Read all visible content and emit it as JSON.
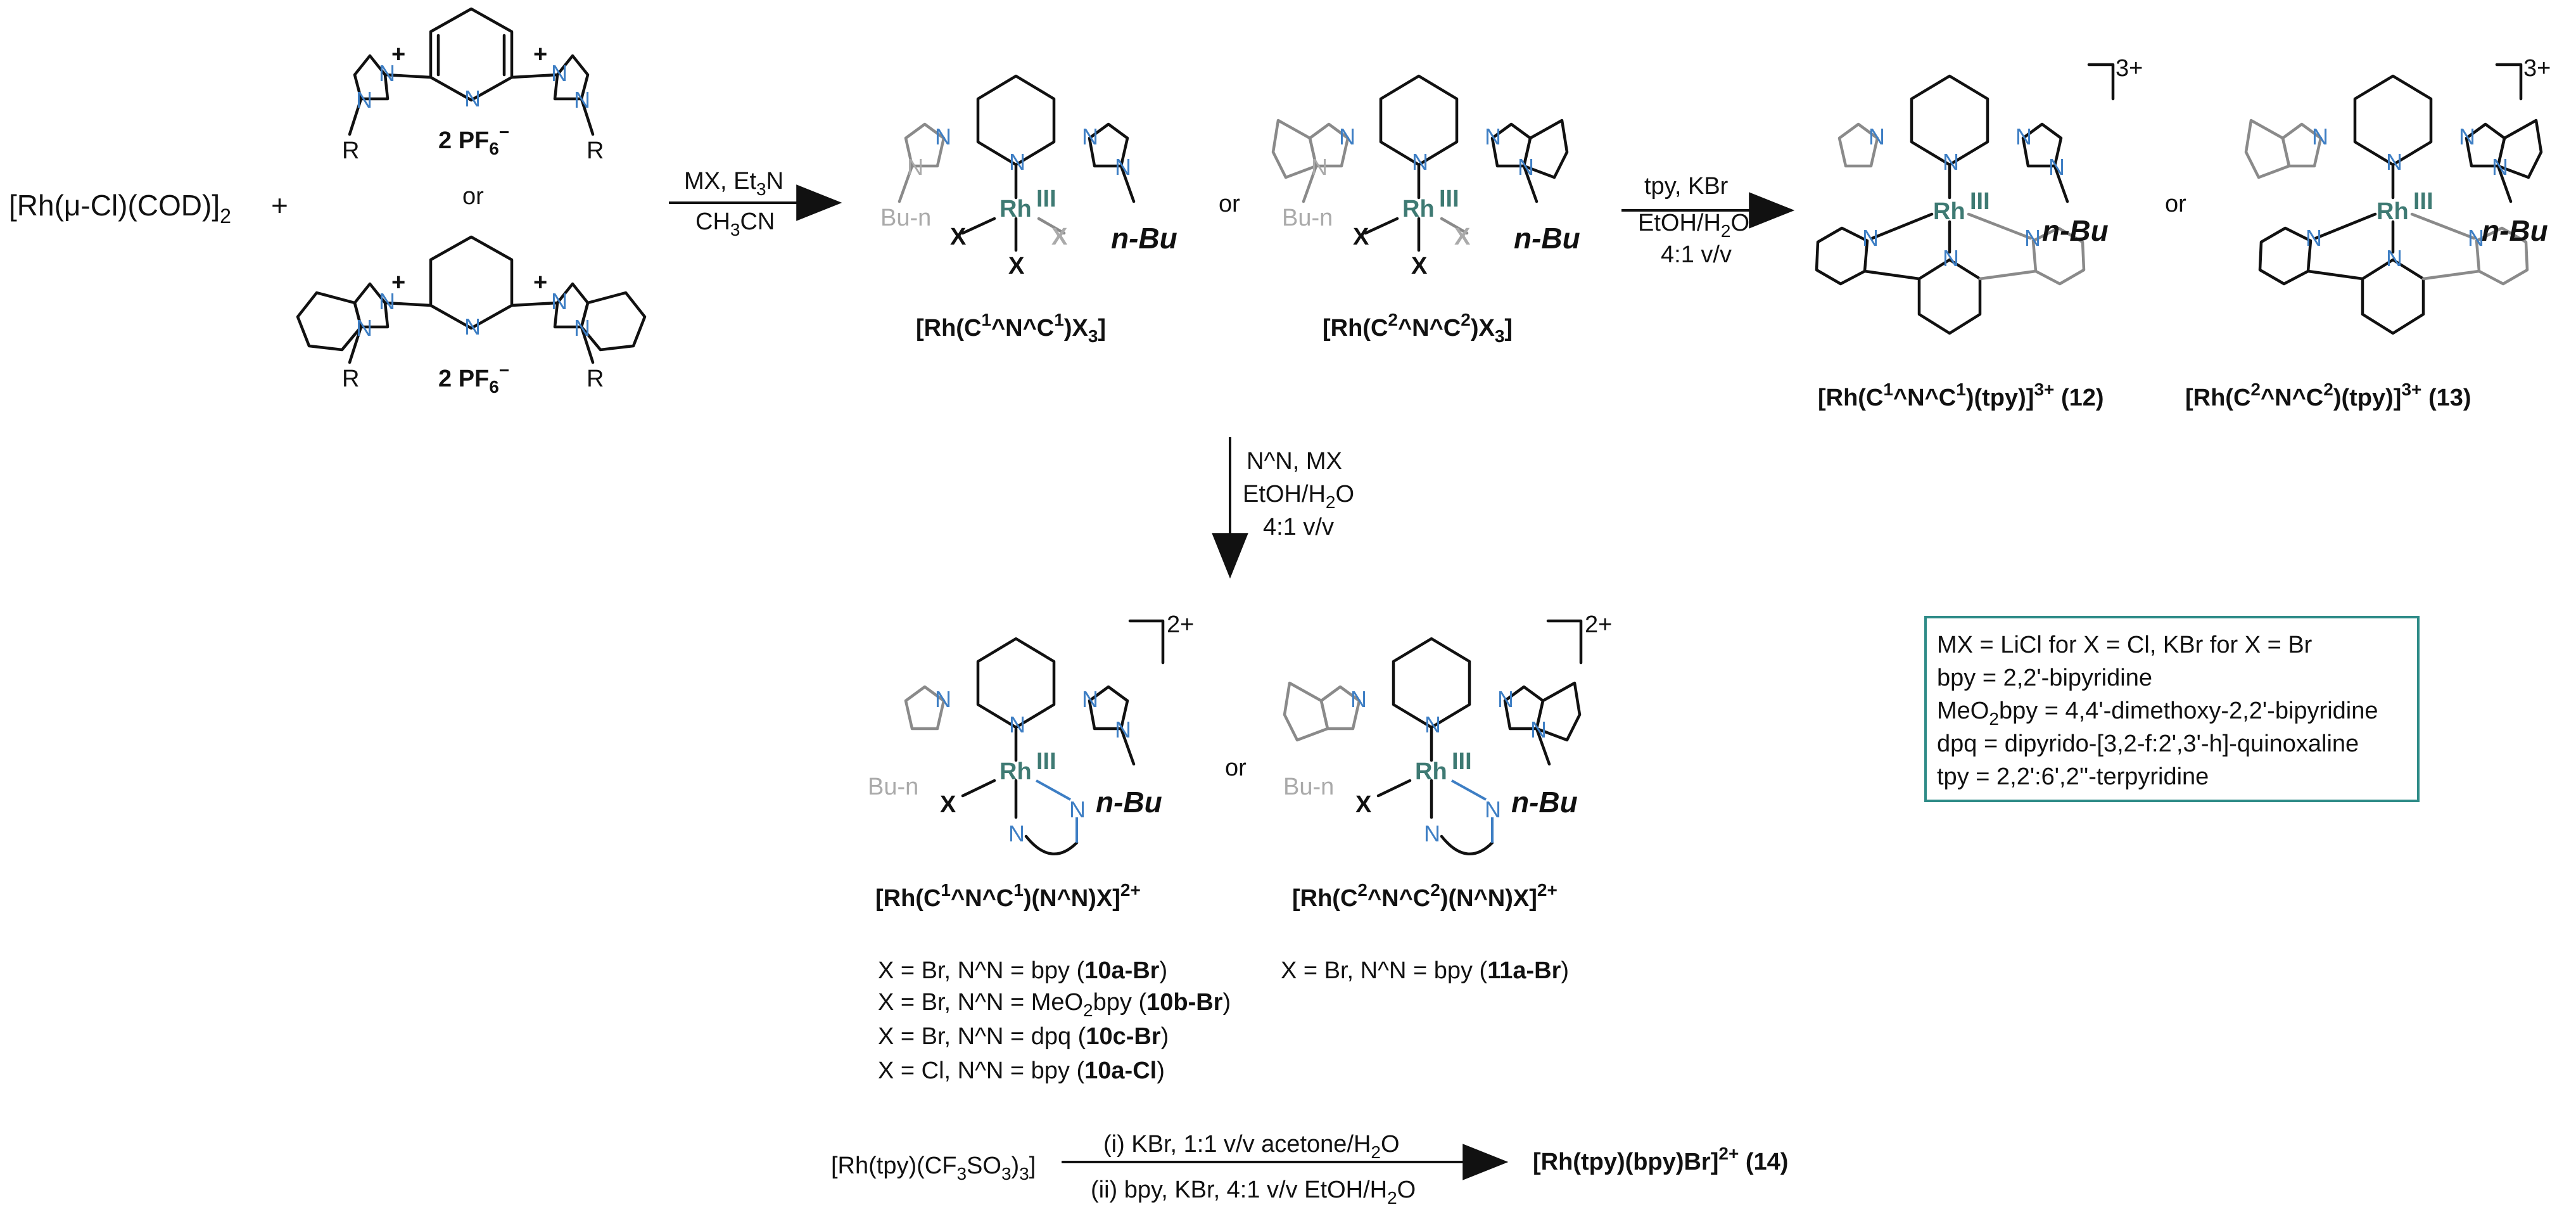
{
  "reactants": {
    "rh_precursor": "[Rh(μ-Cl)(COD)]",
    "rh_precursor_sub": "2",
    "plus": "+",
    "or": "or",
    "counterion": "2 PF",
    "counterion_sub": "6",
    "counterion_sup": "−",
    "r_label": "R",
    "charge": "+"
  },
  "step1": {
    "line1": "MX, Et",
    "line1_sub": "3",
    "line1_tail": "N",
    "line2": "CH",
    "line2_sub": "3",
    "line2_tail": "CN"
  },
  "step2": {
    "line1": "tpy, KBr",
    "line2": "EtOH/H",
    "line2_sub": "2",
    "line2_tail": "O",
    "line3": "4:1 v/v"
  },
  "step3": {
    "line1": "N^N, MX",
    "line2": "EtOH/H",
    "line2_sub": "2",
    "line2_tail": "O",
    "line3": "4:1 v/v"
  },
  "atoms": {
    "N": "N",
    "Rh": "Rh",
    "ox": "III",
    "X": "X",
    "nBu": "n-Bu",
    "Bun": "Bu-n"
  },
  "compounds": {
    "c1": {
      "pre": "[Rh(C",
      "s1": "1",
      "mid": "^N^C",
      "s2": "1",
      "post": ")X",
      "sub": "3",
      "end": "]"
    },
    "c2": {
      "pre": "[Rh(C",
      "s1": "2",
      "mid": "^N^C",
      "s2": "2",
      "post": ")X",
      "sub": "3",
      "end": "]"
    },
    "c12": {
      "pre": "[Rh(C",
      "s1": "1",
      "mid": "^N^C",
      "s2": "1",
      "post": ")(tpy)]",
      "sup": "3+",
      "num": " (12)"
    },
    "c13": {
      "pre": "[Rh(C",
      "s1": "2",
      "mid": "^N^C",
      "s2": "2",
      "post": ")(tpy)]",
      "sup": "3+",
      "num": " (13)"
    },
    "c10": {
      "pre": "[Rh(C",
      "s1": "1",
      "mid": "^N^C",
      "s2": "1",
      "post": ")(N^N)X]",
      "sup": "2+"
    },
    "c11": {
      "pre": "[Rh(C",
      "s1": "2",
      "mid": "^N^C",
      "s2": "2",
      "post": ")(N^N)X]",
      "sup": "2+"
    },
    "charge3": "3+",
    "charge2": "2+"
  },
  "series10": [
    {
      "pre": "X = Br, N^N = bpy (",
      "id": "10a-Br",
      "post": ")"
    },
    {
      "pre": "X = Br, N^N = MeO",
      "sub": "2",
      "pre2": "bpy (",
      "id": "10b-Br",
      "post": ")"
    },
    {
      "pre": "X = Br, N^N = dpq (",
      "id": "10c-Br",
      "post": ")"
    },
    {
      "pre": "X = Cl, N^N = bpy (",
      "id": "10a-Cl",
      "post": ")"
    }
  ],
  "series11": {
    "pre": "X = Br, N^N = bpy (",
    "id": "11a-Br",
    "post": ")"
  },
  "legend": [
    {
      "text": "MX = LiCl for X = Cl, KBr for X = Br"
    },
    {
      "text": "bpy = 2,2'-bipyridine"
    },
    {
      "pre": "MeO",
      "sub": "2",
      "post": "bpy = 4,4'-dimethoxy-2,2'-bipyridine"
    },
    {
      "text": "dpq = dipyrido-[3,2-f:2',3'-h]-quinoxaline"
    },
    {
      "text": "tpy = 2,2':6',2''-terpyridine"
    }
  ],
  "bottom": {
    "reagent_pre": "[Rh(tpy)(CF",
    "reagent_s1": "3",
    "reagent_mid": "SO",
    "reagent_s2": "3",
    "reagent_post": ")",
    "reagent_s3": "3",
    "reagent_end": "]",
    "cond1_pre": "(i) KBr, 1:1 v/v acetone/H",
    "cond1_sub": "2",
    "cond1_post": "O",
    "cond2": "(ii) bpy, KBr, 4:1 v/v EtOH/H",
    "cond2_sub": "2",
    "cond2_post": "O",
    "product": "[Rh(tpy)(bpy)Br]",
    "product_sup": "2+",
    "product_num": " (14)"
  },
  "colors": {
    "nitrogen": "#3d7ec4",
    "rhodium": "#3e7a73",
    "legend_border": "#2e8b87",
    "faded": "#aaaaaa"
  }
}
